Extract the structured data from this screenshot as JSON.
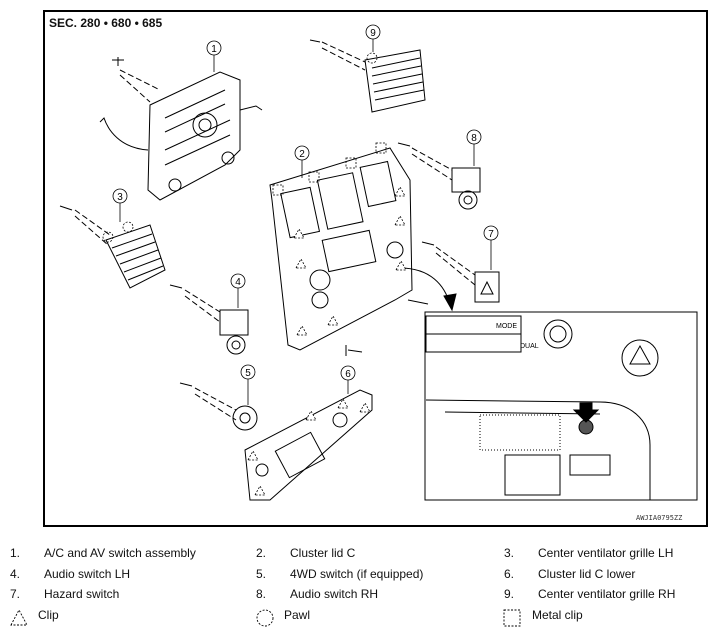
{
  "header": {
    "section": "SEC. 280 • 680 • 685"
  },
  "figure": {
    "code": "AWJIA0795ZZ"
  },
  "callouts": [
    "1",
    "2",
    "3",
    "4",
    "5",
    "6",
    "7",
    "8",
    "9"
  ],
  "inset": {
    "mode_label": "MODE",
    "dual_label": "DUAL"
  },
  "legend": [
    {
      "num": "1.",
      "label": "A/C and AV switch assembly"
    },
    {
      "num": "2.",
      "label": "Cluster lid C"
    },
    {
      "num": "3.",
      "label": "Center ventilator grille LH"
    },
    {
      "num": "4.",
      "label": "Audio switch LH"
    },
    {
      "num": "5.",
      "label": "4WD switch (if equipped)"
    },
    {
      "num": "6.",
      "label": "Cluster lid C lower"
    },
    {
      "num": "7.",
      "label": "Hazard switch"
    },
    {
      "num": "8.",
      "label": "Audio switch RH"
    },
    {
      "num": "9.",
      "label": "Center ventilator grille RH"
    }
  ],
  "symbols": [
    {
      "icon": "clip-triangle-icon",
      "label": "Clip"
    },
    {
      "icon": "pawl-circle-icon",
      "label": "Pawl"
    },
    {
      "icon": "metal-clip-square-icon",
      "label": "Metal clip"
    }
  ]
}
